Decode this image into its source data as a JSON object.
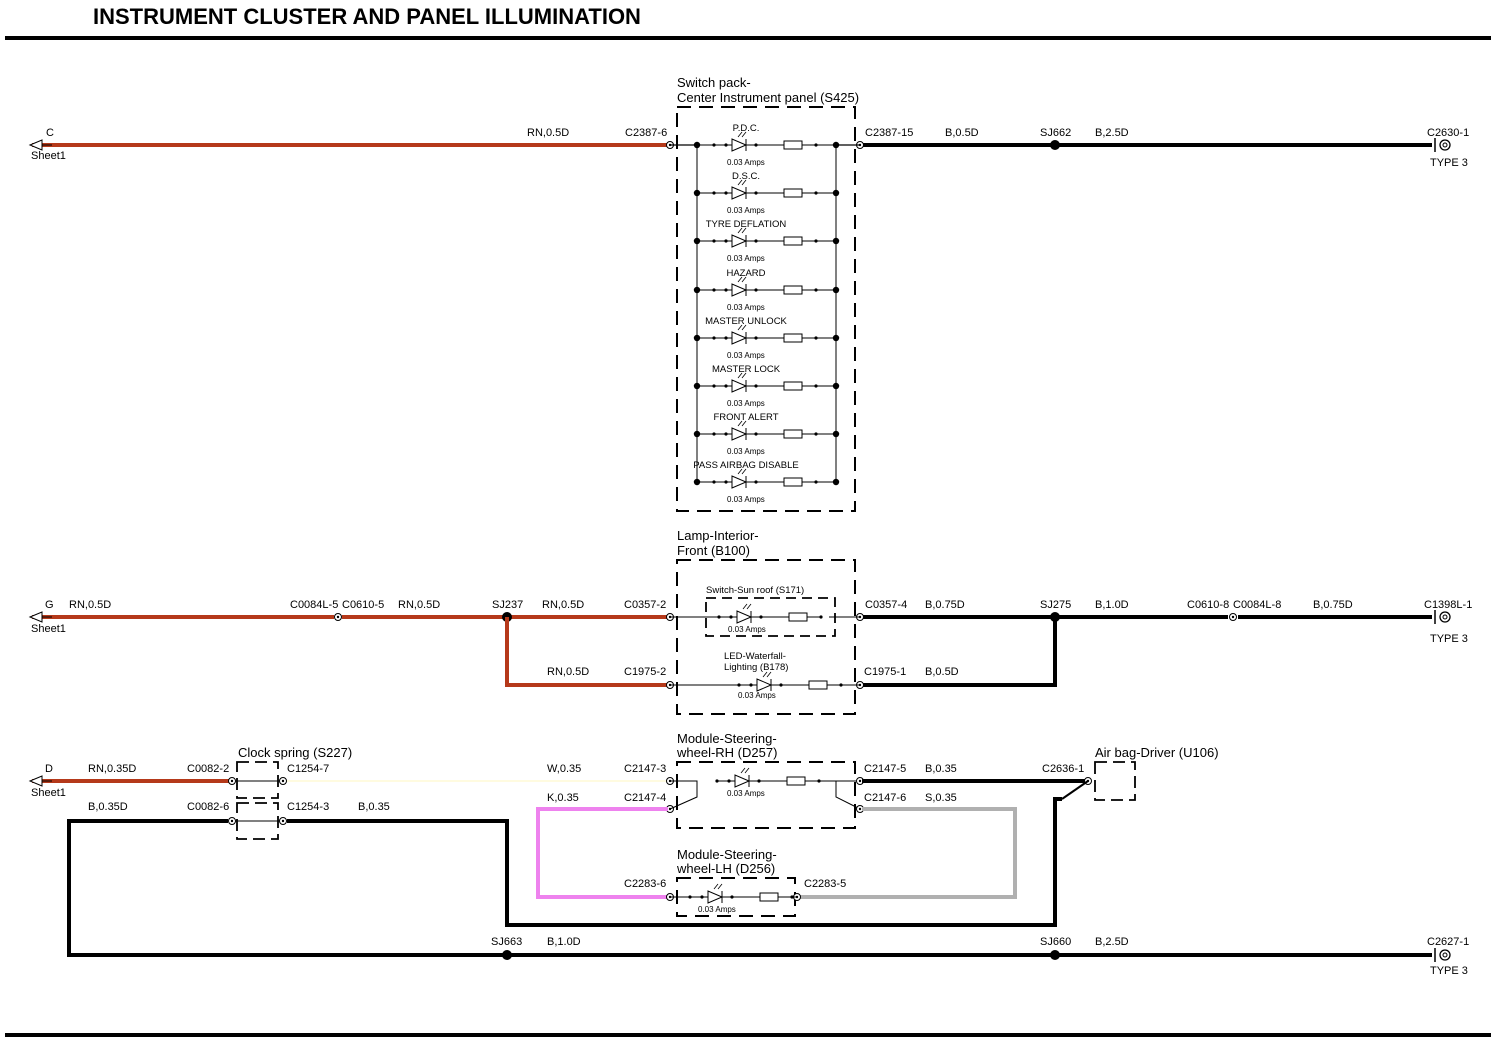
{
  "title": "INSTRUMENT CLUSTER AND PANEL ILLUMINATION",
  "colors": {
    "red_wire": "#b5391a",
    "black_wire": "#000000",
    "pink_wire": "#ee82ee",
    "grey_wire": "#b0b0b0",
    "white_wire": "#fffbe0"
  },
  "switch_pack": {
    "header_line1": "Switch pack-",
    "header_line2": "Center Instrument panel (S425)",
    "items": [
      {
        "label": "P.D.C.",
        "current": "0.03 Amps"
      },
      {
        "label": "D.S.C.",
        "current": "0.03 Amps"
      },
      {
        "label": "TYRE DEFLATION",
        "current": "0.03 Amps"
      },
      {
        "label": "HAZARD",
        "current": "0.03 Amps"
      },
      {
        "label": "MASTER UNLOCK",
        "current": "0.03 Amps"
      },
      {
        "label": "MASTER LOCK",
        "current": "0.03 Amps"
      },
      {
        "label": "FRONT ALERT",
        "current": "0.03 Amps"
      },
      {
        "label": "PASS AIRBAG DISABLE",
        "current": "0.03 Amps"
      }
    ]
  },
  "circuit1": {
    "sheet_letter": "C",
    "sheet_name": "Sheet1",
    "wire_in": "RN,0.5D",
    "conn_in": "C2387-6",
    "conn_out": "C2387-15",
    "wire_out": "B,0.5D",
    "splice": "SJ662",
    "wire_ground": "B,2.5D",
    "ground": "C2630-1",
    "ground_type": "TYPE 3"
  },
  "lamp_interior": {
    "header_line1": "Lamp-Interior-",
    "header_line2": "Front (B100)",
    "sun_roof_label": "Switch-Sun roof (S171)",
    "sun_roof_current": "0.03 Amps",
    "led_label_line1": "LED-Waterfall-",
    "led_label_line2": "Lighting (B178)",
    "led_current": "0.03 Amps"
  },
  "circuit2": {
    "sheet_letter": "G",
    "sheet_name": "Sheet1",
    "wire1": "RN,0.5D",
    "conn_a": "C0084L-5",
    "conn_b": "C0610-5",
    "wire2": "RN,0.5D",
    "splice_in": "SJ237",
    "wire3": "RN,0.5D",
    "conn_in": "C0357-2",
    "conn_out": "C0357-4",
    "wire_out": "B,0.75D",
    "splice_out": "SJ275",
    "wire_mid": "B,1.0D",
    "conn_c": "C0610-8",
    "conn_d": "C0084L-8",
    "wire_end": "B,0.75D",
    "ground": "C1398L-1",
    "ground_type": "TYPE 3",
    "branch_wire_in": "RN,0.5D",
    "branch_conn_in": "C1975-2",
    "branch_conn_out": "C1975-1",
    "branch_wire_out": "B,0.5D"
  },
  "circuit3": {
    "sheet_letter": "D",
    "sheet_name": "Sheet1",
    "wire1": "RN,0.35D",
    "clock_spring": "Clock spring (S227)",
    "conn1": "C0082-2",
    "conn2": "C1254-7",
    "wire_w": "W,0.35",
    "rh_header_line1": "Module-Steering-",
    "rh_header_line2": "wheel-RH (D257)",
    "conn_rh_in": "C2147-3",
    "conn_rh_out": "C2147-5",
    "rh_wire_out": "B,0.35",
    "rh_current": "0.03 Amps",
    "airbag": "Air bag-Driver (U106)",
    "conn_airbag": "C2636-1",
    "wire_b2": "B,0.35D",
    "conn3": "C0082-6",
    "conn4": "C1254-3",
    "wire_b3": "B,0.35",
    "wire_k": "K,0.35",
    "conn_rh_k": "C2147-4",
    "conn_rh_s": "C2147-6",
    "wire_s": "S,0.35",
    "lh_header_line1": "Module-Steering-",
    "lh_header_line2": "wheel-LH (D256)",
    "conn_lh_in": "C2283-6",
    "conn_lh_out": "C2283-5",
    "lh_current": "0.03 Amps",
    "splice_a": "SJ663",
    "wire_ground_a": "B,1.0D",
    "splice_b": "SJ660",
    "wire_ground_b": "B,2.5D",
    "ground": "C2627-1",
    "ground_type": "TYPE 3"
  }
}
